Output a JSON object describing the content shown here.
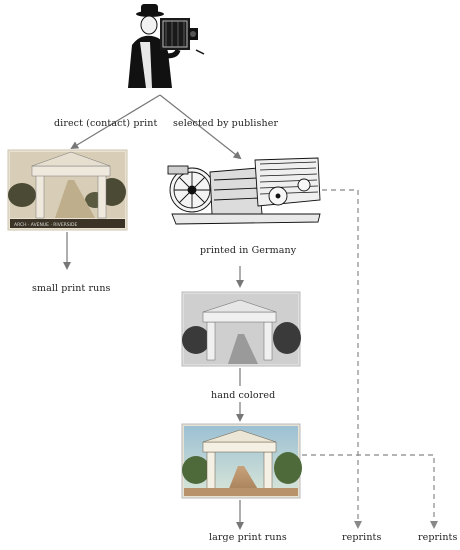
{
  "labels": {
    "direct_print": "direct (contact) print",
    "selected_by_publisher": "selected by publisher",
    "small_print_runs": "small print runs",
    "printed_in_germany": "printed in Germany",
    "hand_colored": "hand colored",
    "large_print_runs": "large print runs",
    "reprints_1": "reprints",
    "reprints_2": "reprints"
  },
  "colors": {
    "arrow": "#777777",
    "dashed_arrow": "#888888",
    "sky_bw": "#d9d9d9",
    "sky_color": "#a9c9d8",
    "palm_green": "#4f6a3a",
    "sepia": "#b59f7a"
  },
  "images": {
    "photographer": "photographer-with-camera-engraving",
    "sepia_print": "sepia-photo-of-arch-gateway",
    "printing_press": "printing-press-engraving",
    "bw_postcard": "black-and-white-postcard-of-arch",
    "color_postcard": "hand-colored-postcard-of-arch"
  }
}
